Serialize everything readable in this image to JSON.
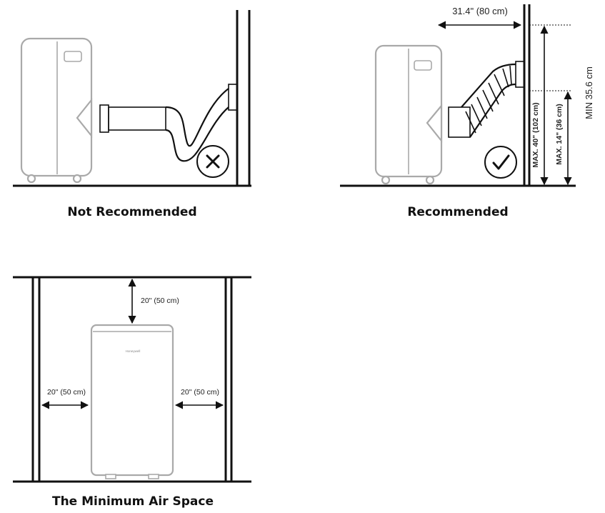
{
  "panel_not_recommended": {
    "caption": "Not Recommended",
    "symbol": "cross-icon"
  },
  "panel_recommended": {
    "caption": "Recommended",
    "symbol": "check-icon",
    "horizontal_dim": "31.4\" (80 cm)",
    "max_height_dim": "MAX. 40\" (102 cm)",
    "max_height_small_dim": "MAX. 14\" (36 cm)",
    "min_dim": "MIN 35.6 cm"
  },
  "panel_air_space": {
    "caption": "The Minimum Air Space",
    "top_dim": "20\" (50 cm)",
    "left_dim": "20\" (50 cm)",
    "right_dim": "20\" (50 cm)",
    "brand": "Honeywell"
  }
}
